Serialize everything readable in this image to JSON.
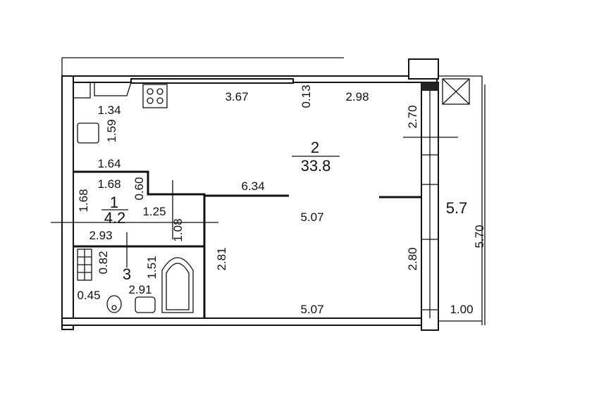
{
  "rooms": {
    "living": {
      "number": "2",
      "area": "33.8"
    },
    "hall": {
      "number": "1",
      "area": "4.2"
    },
    "bath": {
      "number": "3"
    }
  },
  "dimensions": {
    "d_3_67": "3.67",
    "d_0_13": "0.13",
    "d_2_98": "2.98",
    "d_2_70": "2.70",
    "d_1_34": "1.34",
    "d_1_59": "1.59",
    "d_1_64": "1.64",
    "d_1_68_top": "1.68",
    "d_0_60": "0.60",
    "d_6_34": "6.34",
    "d_1_68_side": "1.68",
    "d_1_25": "1.25",
    "d_5_07_mid": "5.07",
    "d_5_7": "5.7",
    "d_5_70": "5.70",
    "d_2_93": "2.93",
    "d_1_08": "1.08",
    "d_0_82": "0.82",
    "d_1_51": "1.51",
    "d_2_81": "2.81",
    "d_2_80": "2.80",
    "d_0_45": "0.45",
    "d_2_91": "2.91",
    "d_5_07_bottom": "5.07",
    "d_1_00": "1.00"
  }
}
